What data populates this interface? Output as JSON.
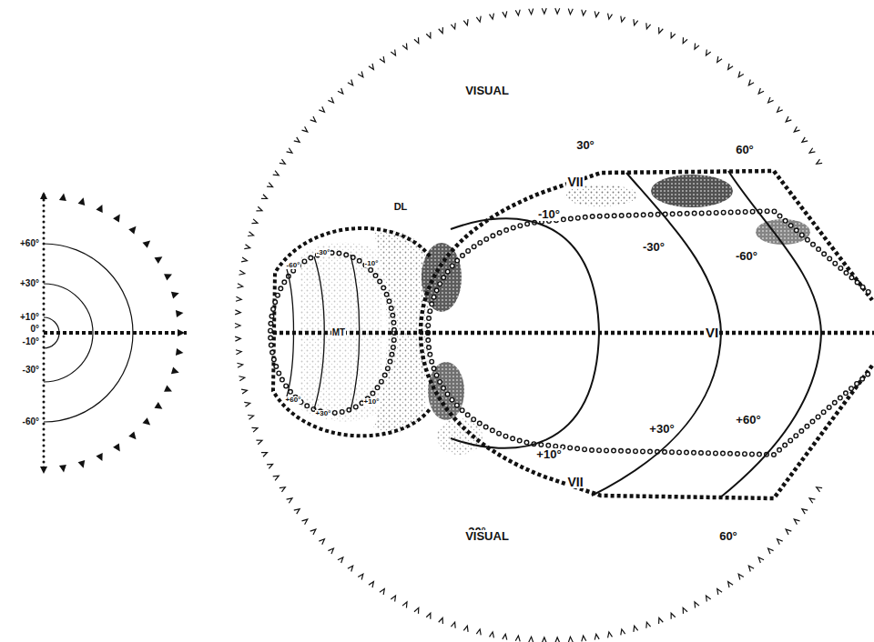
{
  "diagram": {
    "labels": [
      "+60°",
      "+30°",
      "+10°",
      "0°",
      "-10°",
      "-30°",
      "-60°",
      "VISUAL",
      "30°",
      "60°",
      "VII",
      "-10°",
      "-30°",
      "-60°",
      "DL",
      "-60°",
      "-30°",
      "-10°",
      "MT",
      "VI",
      "+60°",
      "+30°",
      "+10°",
      "+10°",
      "+30°",
      "+60°",
      "VII",
      "30°",
      "60°",
      "VISUAL"
    ]
  }
}
